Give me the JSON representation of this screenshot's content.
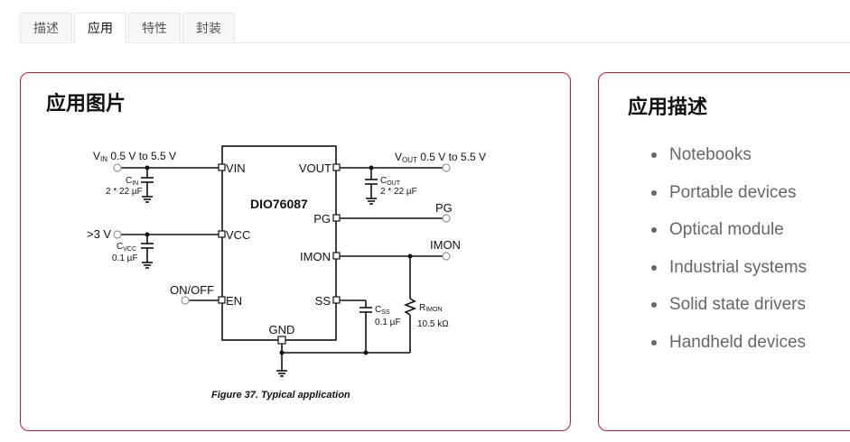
{
  "tabs": [
    {
      "label": "描述",
      "active": false
    },
    {
      "label": "应用",
      "active": true
    },
    {
      "label": "特性",
      "active": false
    },
    {
      "label": "封装",
      "active": false
    }
  ],
  "colors": {
    "card_border": "#d0141e",
    "tab_border": "#e3e3e3",
    "list_text": "#666666"
  },
  "app_image_card": {
    "title": "应用图片",
    "schematic": {
      "chip_name": "DIO76087",
      "pins_left": [
        "VIN",
        "VCC",
        "EN"
      ],
      "pins_right": [
        "VOUT",
        "PG",
        "IMON",
        "SS"
      ],
      "pin_bottom": "GND",
      "vin_label_main": "V",
      "vin_label_sub": "IN",
      "vin_label_range": " 0.5 V to 5.5 V",
      "vout_label_main": "V",
      "vout_label_sub": "OUT",
      "vout_label_range": " 0.5 V to 5.5 V",
      "vcc_input": ">3 V",
      "en_input": "ON/OFF",
      "pg_output": "PG",
      "imon_output": "IMON",
      "cin_name": "C",
      "cin_sub": "IN",
      "cin_value": "2 * 22 µF",
      "cvcc_name": "C",
      "cvcc_sub": "VCC",
      "cvcc_value": "0.1 µF",
      "cout_name": "C",
      "cout_sub": "OUT",
      "cout_value": "2 * 22 µF",
      "css_name": "C",
      "css_sub": "SS",
      "css_value": "0.1 µF",
      "rimon_name": "R",
      "rimon_sub": "IMON",
      "rimon_value": "10.5 kΩ",
      "caption": "Figure 37. Typical application"
    }
  },
  "app_desc_card": {
    "title": "应用描述",
    "items": [
      "Notebooks",
      "Portable devices",
      "Optical module",
      "Industrial systems",
      "Solid state drivers",
      "Handheld devices"
    ]
  }
}
